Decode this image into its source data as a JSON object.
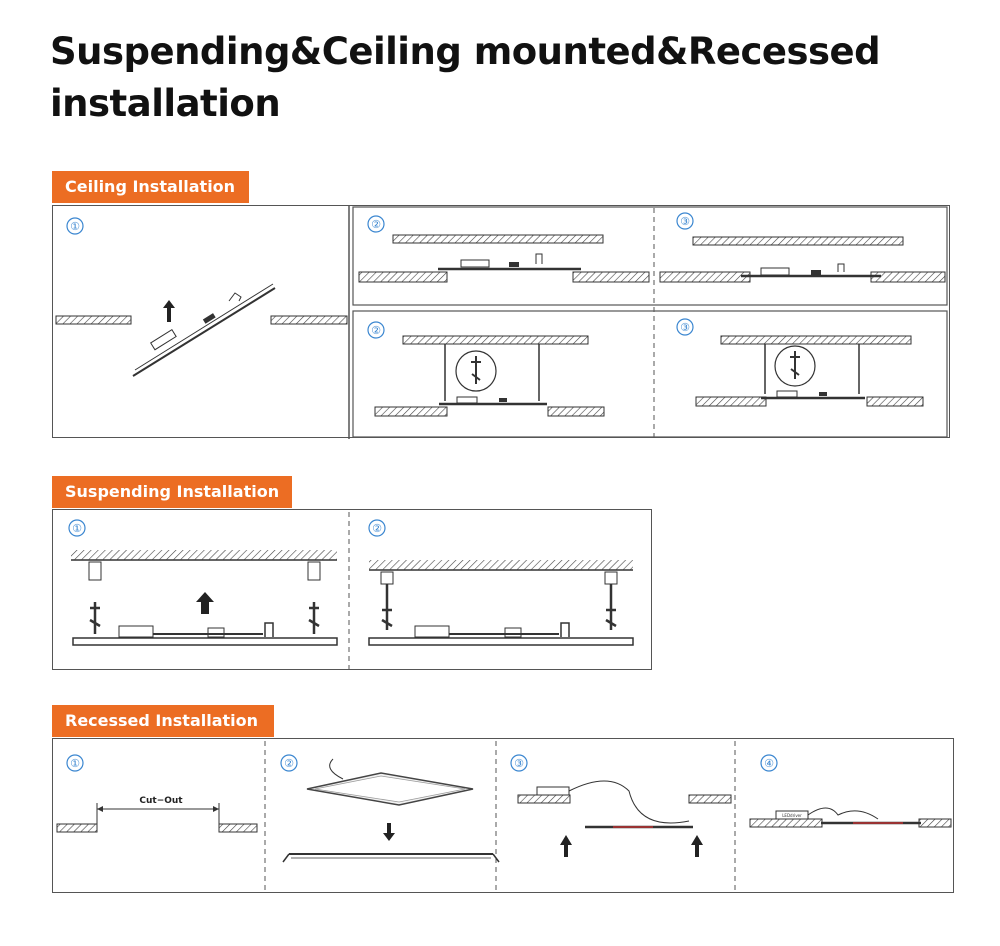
{
  "title": "Suspending&Ceiling mounted&Recessed installation",
  "sections": {
    "ceiling": {
      "label": "Ceiling Installation",
      "steps": [
        "①",
        "②",
        "③",
        "②",
        "③"
      ]
    },
    "suspending": {
      "label": "Suspending Installation",
      "steps": [
        "①",
        "②"
      ]
    },
    "recessed": {
      "label": "Recessed Installation",
      "steps": [
        "①",
        "②",
        "③",
        "④"
      ],
      "cutout_label": "Cut−Out",
      "driver_label": "LEDdriver"
    }
  },
  "colors": {
    "tag_bg": "#ec6d23",
    "step_number": "#3a86d0",
    "line": "#333333"
  }
}
